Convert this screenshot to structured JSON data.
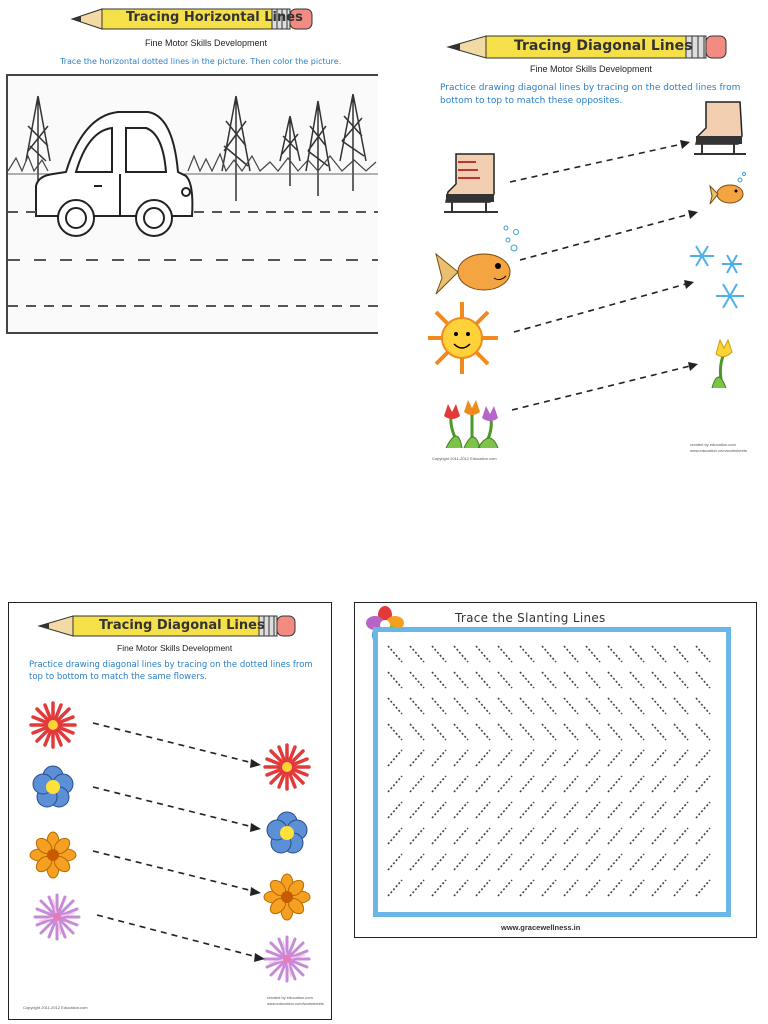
{
  "worksheets": {
    "horizontal": {
      "title": "Tracing Horizontal Lines",
      "subtitle": "Fine Motor Skills Development",
      "instruction": "Trace the horizontal dotted lines in the picture. Then color the picture."
    },
    "diagonal_up": {
      "title": "Tracing Diagonal Lines",
      "subtitle": "Fine Motor Skills Development",
      "instruction": "Practice drawing diagonal lines by tracing on the dotted lines from bottom to top to match these opposites.",
      "copyright": "Copyright 2011-2012 Education.com",
      "credit": "created by education.com",
      "credit_url": "www.education.com/worksheets"
    },
    "diagonal_down": {
      "title": "Tracing Diagonal Lines",
      "subtitle": "Fine Motor Skills Development",
      "instruction": "Practice drawing diagonal lines by tracing on the dotted lines from top to bottom to match the same flowers.",
      "copyright": "Copyright 2011-2012 Education.com",
      "credit": "created by education.com",
      "credit_url": "www.education.com/worksheets"
    },
    "slanting": {
      "title": "Trace the Slanting Lines",
      "footer": "www.gracewellness.in"
    }
  },
  "colors": {
    "pencil_body": "#f5e04a",
    "pencil_eraser": "#f28b82",
    "instruction_blue": "#2a7fc9",
    "frame_blue": "#6ab7e6"
  }
}
